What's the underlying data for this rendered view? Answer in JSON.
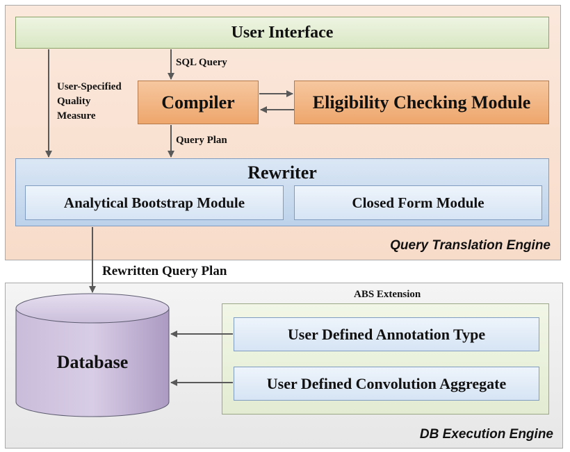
{
  "query_translation_engine": {
    "label": "Query Translation Engine",
    "user_interface": "User Interface",
    "compiler": "Compiler",
    "eligibility": "Eligibility Checking Module",
    "rewriter": {
      "title": "Rewriter",
      "modules": [
        "Analytical Bootstrap Module",
        "Closed Form Module"
      ]
    },
    "edge_labels": {
      "sql_query": "SQL Query",
      "quality_measure": [
        "User-Specified",
        "Quality",
        "Measure"
      ],
      "query_plan": "Query Plan"
    }
  },
  "rewritten_query_plan": "Rewritten Query Plan",
  "db_execution_engine": {
    "label": "DB Execution Engine",
    "database": "Database",
    "abs_extension": {
      "title": "ABS Extension",
      "items": [
        "User Defined Annotation Type",
        "User Defined Convolution Aggregate"
      ]
    }
  },
  "colors": {
    "qte_bg": "#f8dcca",
    "dbe_bg": "#e7e7e7",
    "ui_box": "#d9e7c4",
    "compiler_box": "#eea66c",
    "rewriter_box": "#bcd2ea",
    "database": "#b9a9cc",
    "arrows": "#595959"
  }
}
